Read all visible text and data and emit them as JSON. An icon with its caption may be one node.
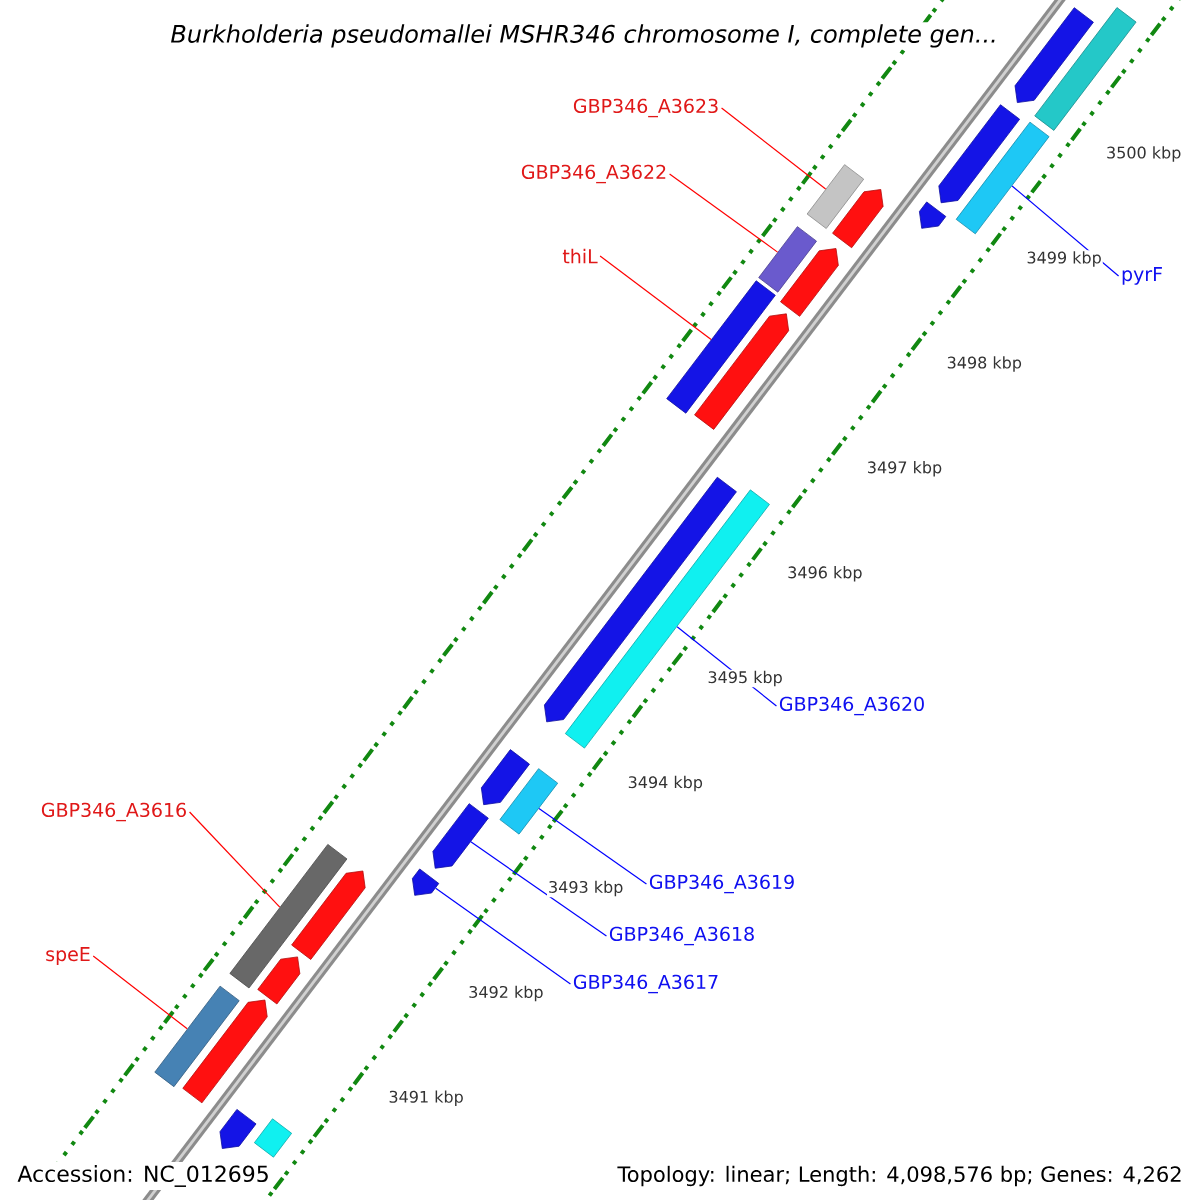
{
  "diagram": {
    "title": "Burkholderia pseudomallei MSHR346 chromosome I, complete gen...",
    "nodes": [
      {
        "text": [
          "GBP346_A3623"
        ]
      },
      {
        "text": [],
        "shape": "bar"
      },
      {
        "text": [
          "GBP346_A3622"
        ]
      },
      {
        "text": [],
        "shape": "bar"
      },
      {
        "text": [
          "thiL"
        ]
      },
      {
        "text": [],
        "shape": "bar"
      },
      {
        "text": [
          "pyrF"
        ]
      },
      {
        "text": [],
        "shape": "bar"
      },
      {
        "text": [
          "GBP346_A3620"
        ]
      },
      {
        "text": [],
        "shape": "bar"
      },
      {
        "text": [
          "GBP346_A3619"
        ]
      },
      {
        "text": [],
        "shape": "bar"
      },
      {
        "text": [
          "GBP346_A3618"
        ]
      },
      {
        "text": [],
        "shape": "pentagon"
      },
      {
        "text": [
          "GBP346_A3617"
        ]
      },
      {
        "text": [],
        "shape": "pentagon"
      },
      {
        "text": [
          "GBP346_A3616"
        ]
      },
      {
        "text": [],
        "shape": "bar"
      },
      {
        "text": [
          "speE"
        ]
      },
      {
        "text": [],
        "shape": "bar"
      },
      {
        "text": [],
        "shape": "pentagon"
      },
      {
        "text": [],
        "shape": "pentagon"
      },
      {
        "text": [],
        "shape": "pentagon"
      },
      {
        "text": [],
        "shape": "pentagon"
      },
      {
        "text": [],
        "shape": "pentagon"
      },
      {
        "text": [],
        "shape": "pentagon"
      },
      {
        "text": [],
        "shape": "pentagon"
      },
      {
        "text": [],
        "shape": "pentagon"
      },
      {
        "text": [],
        "shape": "pentagon"
      },
      {
        "text": [],
        "shape": "pentagon"
      },
      {
        "text": [],
        "shape": "pentagon"
      },
      {
        "text": [],
        "shape": "pentagon"
      },
      {
        "text": [],
        "shape": "bar"
      },
      {
        "text": [],
        "shape": "bar"
      }
    ],
    "edges": [
      {
        "from": 0,
        "to": 1,
        "arrow": "none",
        "color": "#ff0000"
      },
      {
        "from": 2,
        "to": 3,
        "arrow": "none",
        "color": "#ff0000"
      },
      {
        "from": 4,
        "to": 5,
        "arrow": "none",
        "color": "#ff0000"
      },
      {
        "from": 6,
        "to": 7,
        "arrow": "none",
        "color": "#0000ff"
      },
      {
        "from": 8,
        "to": 9,
        "arrow": "none",
        "color": "#0000ff"
      },
      {
        "from": 10,
        "to": 11,
        "arrow": "none",
        "color": "#0000ff"
      },
      {
        "from": 12,
        "to": 13,
        "arrow": "none",
        "color": "#0000ff"
      },
      {
        "from": 14,
        "to": 15,
        "arrow": "none",
        "color": "#0000ff"
      },
      {
        "from": 16,
        "to": 17,
        "arrow": "none",
        "color": "#ff0000"
      },
      {
        "from": 18,
        "to": 19,
        "arrow": "none",
        "color": "#ff0000"
      }
    ],
    "labels": [
      "3500 kbp",
      "3499 kbp",
      "3498 kbp",
      "3497 kbp",
      "3496 kbp",
      "3495 kbp",
      "3494 kbp",
      "3493 kbp",
      "3492 kbp",
      "3491 kbp",
      "Accession: NC_012695",
      "Topology: linear; Length: 4,098,576 bp; Genes: 4,262"
    ]
  }
}
